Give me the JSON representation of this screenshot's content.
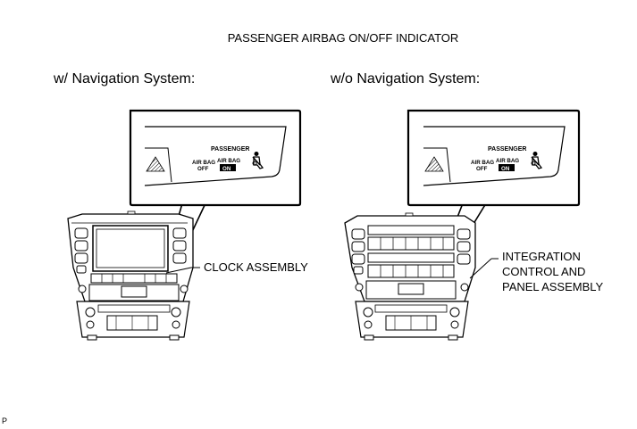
{
  "title": "PASSENGER AIRBAG ON/OFF INDICATOR",
  "left_panel": {
    "header": "w/ Navigation System:",
    "indicator": {
      "passenger_label": "PASSENGER",
      "off_line1": "AIR BAG",
      "off_line2": "OFF",
      "on_line1": "AIR BAG",
      "on_line2": "ON"
    },
    "callout": "CLOCK ASSEMBLY"
  },
  "right_panel": {
    "header": "w/o Navigation System:",
    "indicator": {
      "passenger_label": "PASSENGER",
      "off_line1": "AIR BAG",
      "off_line2": "OFF",
      "on_line1": "AIR BAG",
      "on_line2": "ON"
    },
    "callout_lines": [
      "INTEGRATION",
      "CONTROL AND",
      "PANEL ASSEMBLY"
    ]
  },
  "figure_id": "P",
  "icons": [
    "hazard-icon",
    "seatbelt-passenger-icon"
  ]
}
